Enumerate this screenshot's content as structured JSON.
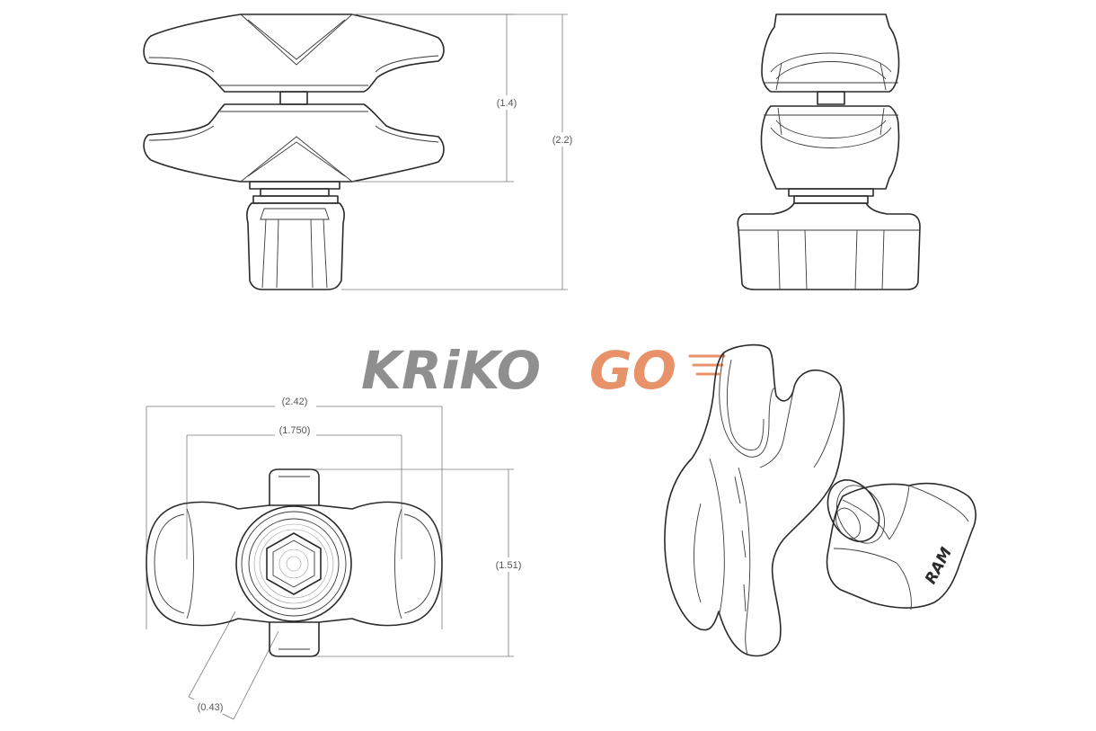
{
  "dimensions": {
    "side_height_inner": "(1.4)",
    "side_height_total": "(2.2)",
    "bottom_width_total": "(2.42)",
    "bottom_width_inner": "(1.750)",
    "bottom_height": "(1.51)",
    "hex_size": "(0.43)"
  },
  "watermark": {
    "part1": "KRiKO",
    "part2": "GO",
    "color_primary": "#e8926a",
    "color_secondary": "#8f8f8f"
  },
  "knob_brand": "RAM"
}
